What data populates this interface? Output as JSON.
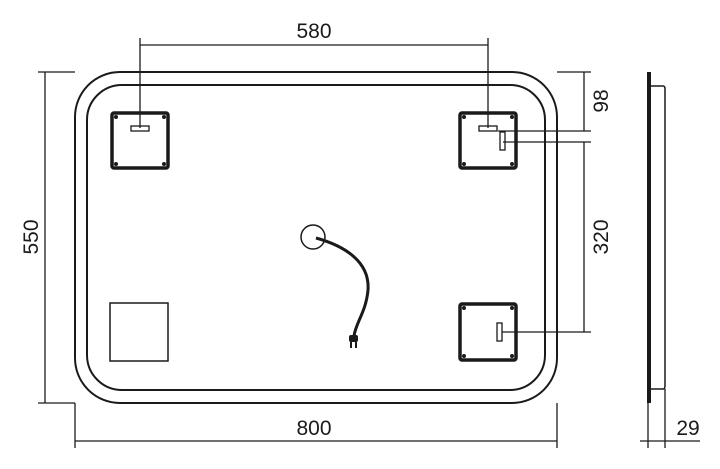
{
  "dimensions": {
    "bracket_spacing_horizontal": "580",
    "height": "550",
    "width": "800",
    "bracket_offset_top": "98",
    "bracket_spacing_vertical": "320",
    "depth": "29"
  },
  "colors": {
    "line": "#1a1a1a",
    "background": "#ffffff"
  }
}
